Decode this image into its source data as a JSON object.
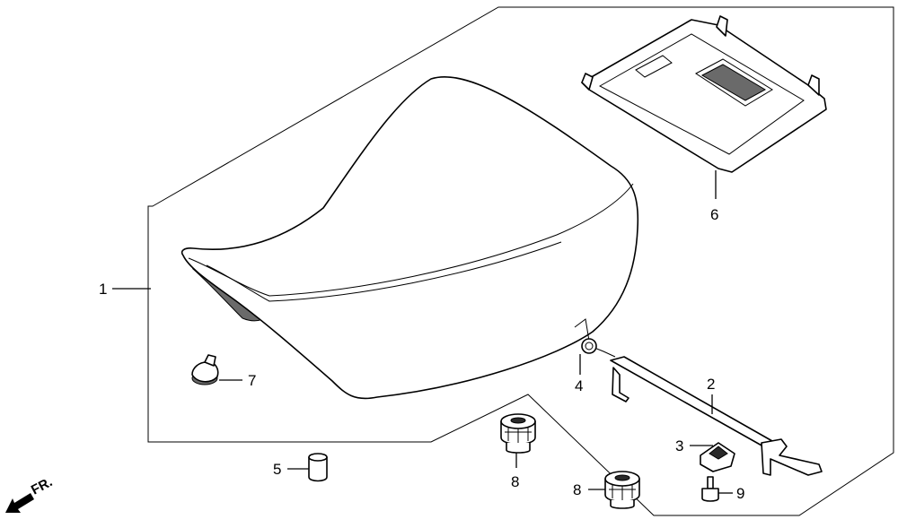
{
  "direction_indicator": "FR.",
  "callouts": {
    "p1": "1",
    "p2": "2",
    "p3": "3",
    "p4": "4",
    "p5": "5",
    "p6": "6",
    "p7": "7",
    "p8a": "8",
    "p8b": "8",
    "p9": "9"
  }
}
